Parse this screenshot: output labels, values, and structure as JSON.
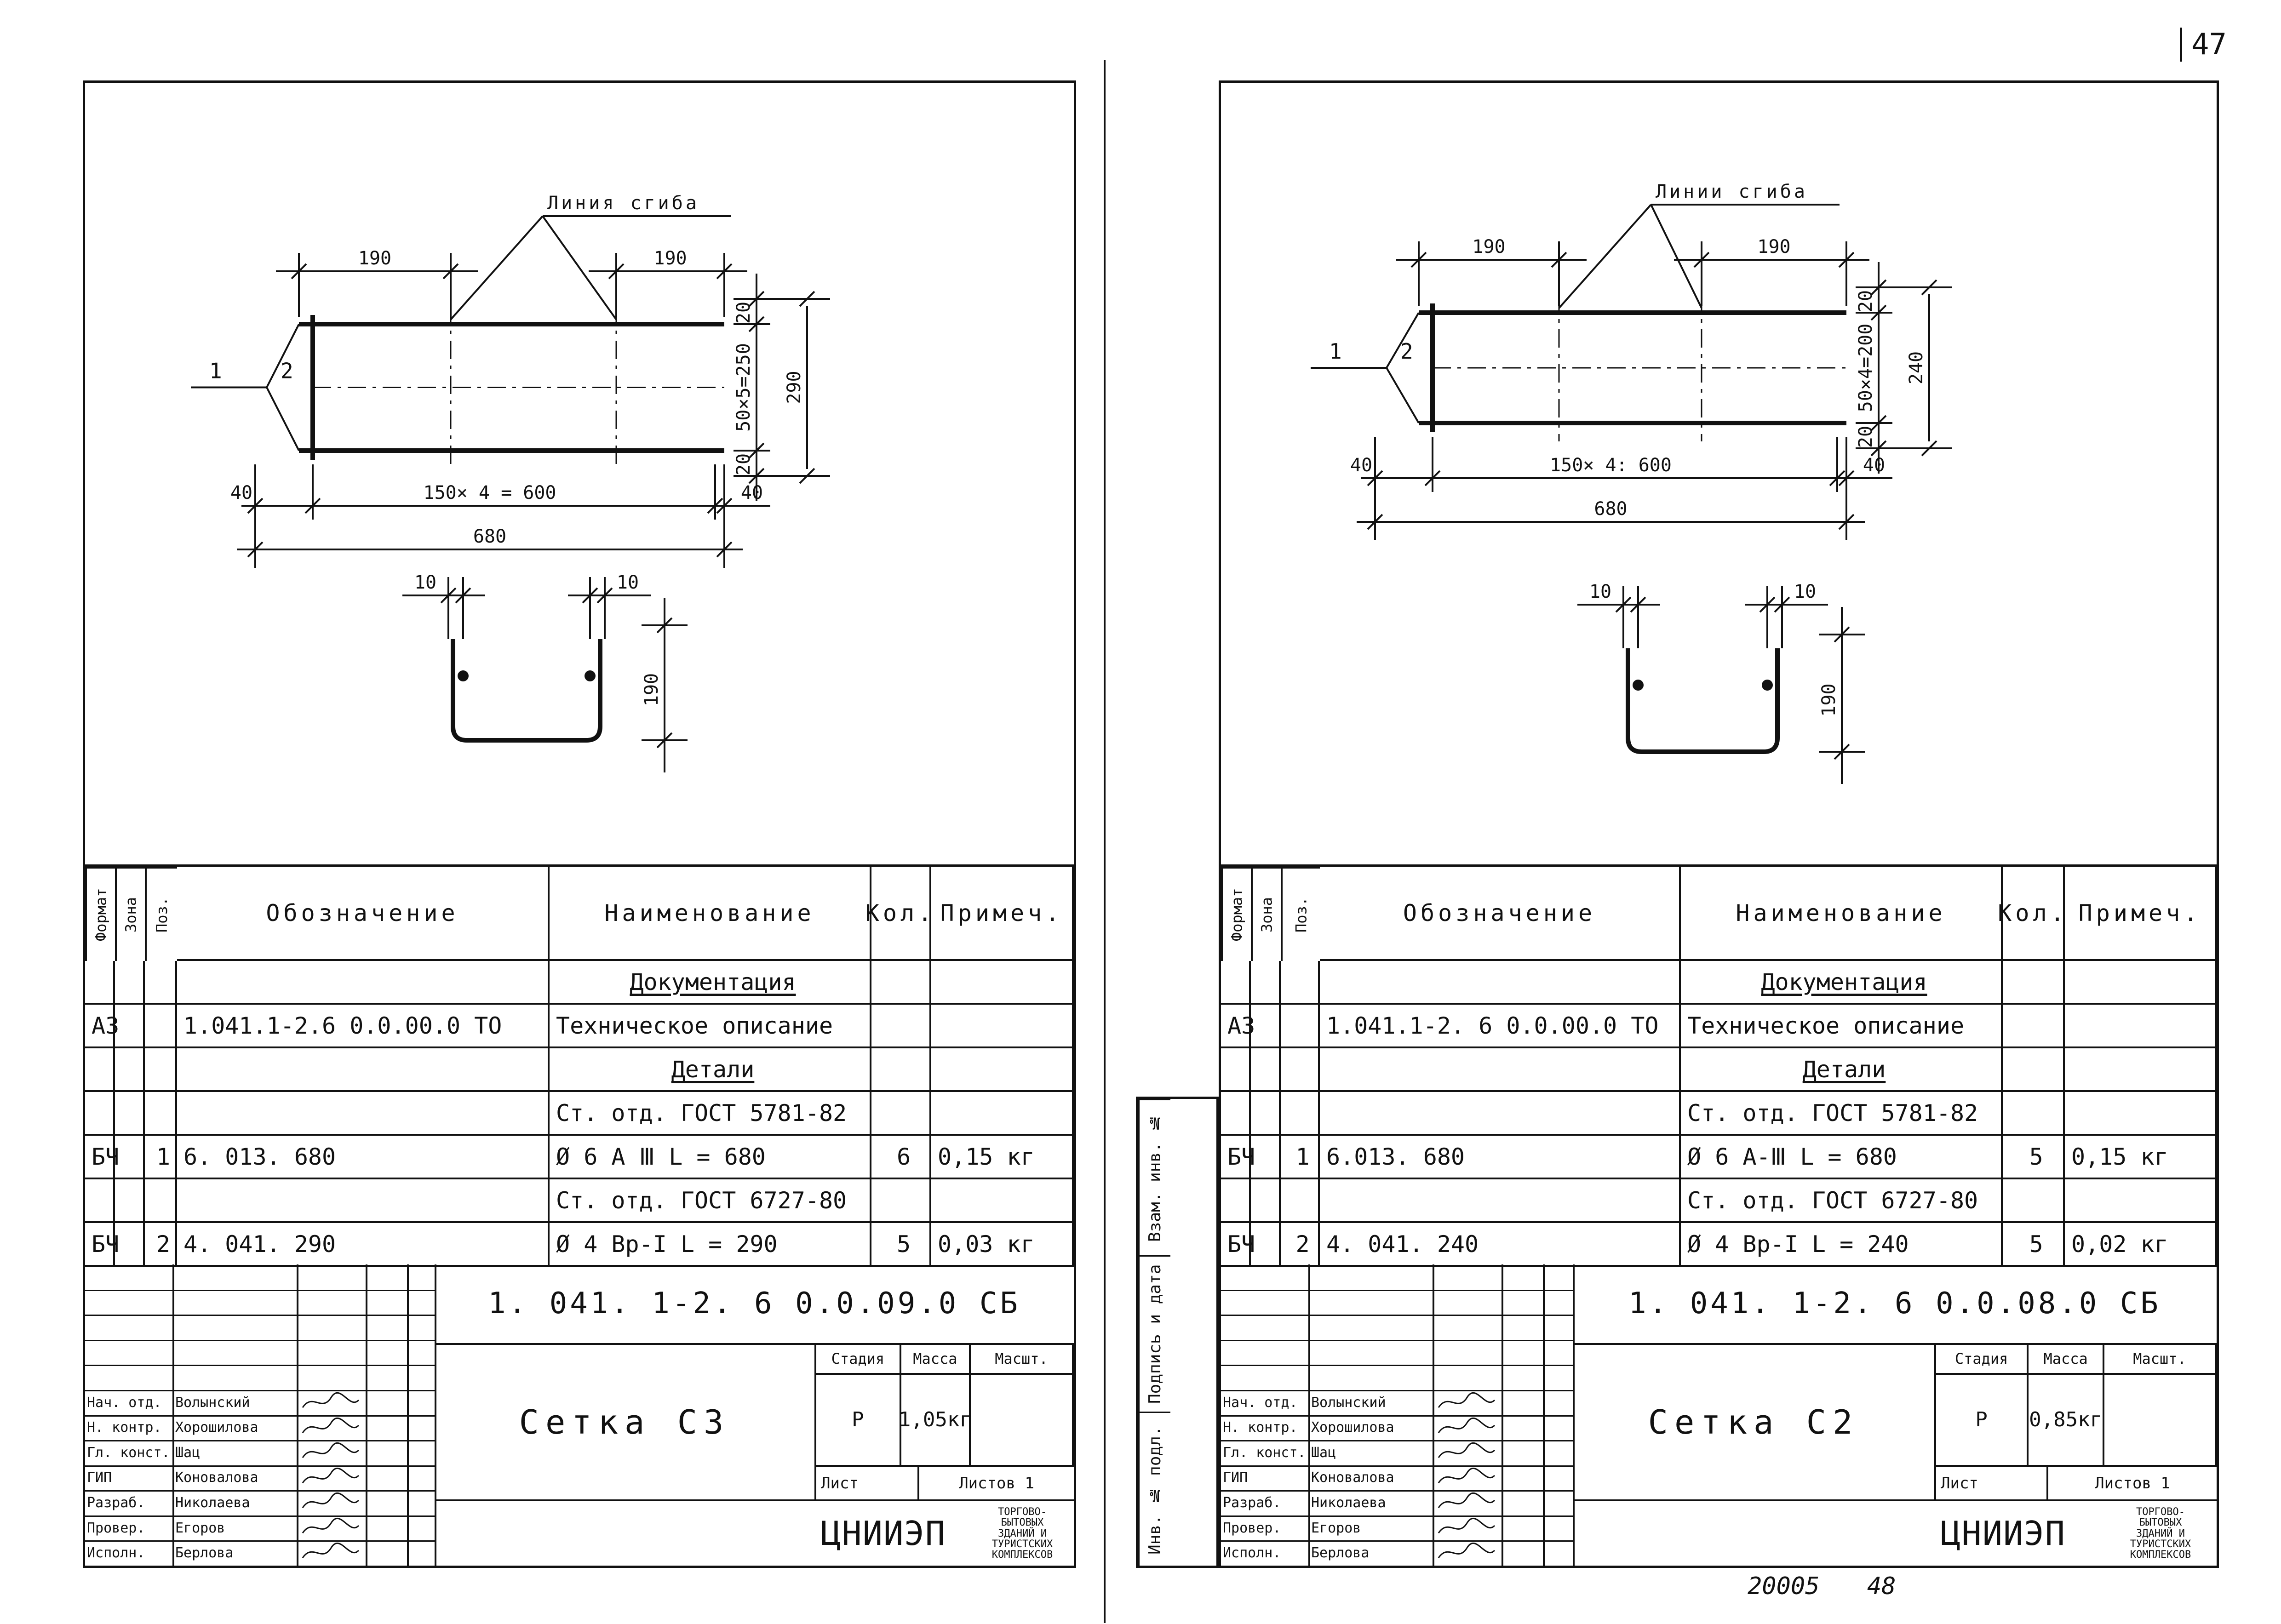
{
  "page_number": "47",
  "footer": {
    "inventory": "20005",
    "page": "48"
  },
  "left_margin_stamp": [
    "Инв. № подл.",
    "Подпись и дата",
    "Взам. инв. №"
  ],
  "sheets": [
    {
      "id": "left",
      "drawing": {
        "bend_line_label": "Линия сгиба",
        "dims": {
          "end_left": "190",
          "end_right": "190",
          "edge_top": "20",
          "mid_span": "50×5=250",
          "edge_bottom": "20",
          "height_total": "290",
          "offset_left": "40",
          "mid_bottom": "150× 4 = 600",
          "offset_right": "40",
          "length_total": "680",
          "hook_left": "10",
          "hook_right": "10",
          "u_height": "190"
        },
        "pos_1": "1",
        "pos_2": "2"
      },
      "spec": {
        "headers": {
          "format": "Формат",
          "zone": "Зона",
          "pos": "Поз.",
          "designation": "Обозначение",
          "name": "Наименование",
          "qty": "Кол.",
          "note": "Примеч."
        },
        "rows": [
          {
            "format": "",
            "zone": "",
            "pos": "",
            "designation": "",
            "name": "Документация",
            "qty": "",
            "note": "",
            "underline": true
          },
          {
            "format": "А3",
            "zone": "",
            "pos": "",
            "designation": "1.041.1-2.6 0.0.00.0 ТО",
            "name": "Техническое описание",
            "qty": "",
            "note": ""
          },
          {
            "format": "",
            "zone": "",
            "pos": "",
            "designation": "",
            "name": "Детали",
            "qty": "",
            "note": "",
            "underline": true
          },
          {
            "format": "",
            "zone": "",
            "pos": "",
            "designation": "",
            "name": "Ст. отд. ГОСТ 5781-82",
            "qty": "",
            "note": ""
          },
          {
            "format": "БЧ",
            "zone": "",
            "pos": "1",
            "designation": "6. 013. 680",
            "name": "Ø 6 А Ⅲ  L = 680",
            "qty": "6",
            "note": "0,15 кг"
          },
          {
            "format": "",
            "zone": "",
            "pos": "",
            "designation": "",
            "name": "Ст. отд. ГОСТ 6727-80",
            "qty": "",
            "note": ""
          },
          {
            "format": "БЧ",
            "zone": "",
            "pos": "2",
            "designation": "4. 041. 290",
            "name": "Ø 4 Вр-I  L = 290",
            "qty": "5",
            "note": "0,03 кг"
          }
        ]
      },
      "title_block": {
        "doc_code": "1. 041. 1-2. 6  0.0.09.0 СБ",
        "title": "Сетка С3",
        "stage_label": "Стадия",
        "mass_label": "Масса",
        "scale_label": "Масшт.",
        "stage": "Р",
        "mass": "1,05кг",
        "scale": "",
        "sheet_label": "Лист",
        "sheets_label": "Листов 1",
        "org_logo": "ЦНИИЭП",
        "org_name": [
          "ТОРГОВО-",
          "БЫТОВЫХ",
          "ЗДАНИЙ И",
          "ТУРИСТСКИХ",
          "КОМПЛЕКСОВ"
        ],
        "signatures": [
          {
            "role": "Нач. отд.",
            "name": "Волынский"
          },
          {
            "role": "Н. контр.",
            "name": "Хорошилова"
          },
          {
            "role": "Гл. конст.",
            "name": "Шац"
          },
          {
            "role": "ГИП",
            "name": "Коновалова"
          },
          {
            "role": "Разраб.",
            "name": "Николаева"
          },
          {
            "role": "Провер.",
            "name": "Егоров"
          },
          {
            "role": "Исполн.",
            "name": "Берлова"
          }
        ]
      }
    },
    {
      "id": "right",
      "drawing": {
        "bend_line_label": "Линии сгиба",
        "dims": {
          "end_left": "190",
          "end_right": "190",
          "edge_top": "20",
          "mid_span": "50×4=200",
          "edge_bottom": "20",
          "height_total": "240",
          "offset_left": "40",
          "mid_bottom": "150× 4: 600",
          "offset_right": "40",
          "length_total": "680",
          "hook_left": "10",
          "hook_right": "10",
          "u_height": "190"
        },
        "pos_1": "1",
        "pos_2": "2"
      },
      "spec": {
        "headers": {
          "format": "Формат",
          "zone": "Зона",
          "pos": "Поз.",
          "designation": "Обозначение",
          "name": "Наименование",
          "qty": "Кол.",
          "note": "Примеч."
        },
        "rows": [
          {
            "format": "",
            "zone": "",
            "pos": "",
            "designation": "",
            "name": "Документация",
            "qty": "",
            "note": "",
            "underline": true
          },
          {
            "format": "А3",
            "zone": "",
            "pos": "",
            "designation": "1.041.1-2. 6 0.0.00.0 ТО",
            "name": "Техническое описание",
            "qty": "",
            "note": ""
          },
          {
            "format": "",
            "zone": "",
            "pos": "",
            "designation": "",
            "name": "Детали",
            "qty": "",
            "note": "",
            "underline": true
          },
          {
            "format": "",
            "zone": "",
            "pos": "",
            "designation": "",
            "name": "Ст. отд. ГОСТ 5781-82",
            "qty": "",
            "note": ""
          },
          {
            "format": "БЧ",
            "zone": "",
            "pos": "1",
            "designation": "6.013. 680",
            "name": "Ø 6 А-Ⅲ  L = 680",
            "qty": "5",
            "note": "0,15 кг"
          },
          {
            "format": "",
            "zone": "",
            "pos": "",
            "designation": "",
            "name": "Ст. отд. ГОСТ 6727-80",
            "qty": "",
            "note": ""
          },
          {
            "format": "БЧ",
            "zone": "",
            "pos": "2",
            "designation": "4. 041. 240",
            "name": "Ø 4 Вр-I  L = 240",
            "qty": "5",
            "note": "0,02 кг"
          }
        ]
      },
      "title_block": {
        "doc_code": "1. 041. 1-2. 6  0.0.08.0 СБ",
        "title": "Сетка С2",
        "stage_label": "Стадия",
        "mass_label": "Масса",
        "scale_label": "Масшт.",
        "stage": "Р",
        "mass": "0,85кг",
        "scale": "",
        "sheet_label": "Лист",
        "sheets_label": "Листов 1",
        "org_logo": "ЦНИИЭП",
        "org_name": [
          "ТОРГОВО-",
          "БЫТОВЫХ",
          "ЗДАНИЙ И",
          "ТУРИСТСКИХ",
          "КОМПЛЕКСОВ"
        ],
        "signatures": [
          {
            "role": "Нач. отд.",
            "name": "Волынский"
          },
          {
            "role": "Н. контр.",
            "name": "Хорошилова"
          },
          {
            "role": "Гл. конст.",
            "name": "Шац"
          },
          {
            "role": "ГИП",
            "name": "Коновалова"
          },
          {
            "role": "Разраб.",
            "name": "Николаева"
          },
          {
            "role": "Провер.",
            "name": "Егоров"
          },
          {
            "role": "Исполн.",
            "name": "Берлова"
          }
        ]
      }
    }
  ]
}
